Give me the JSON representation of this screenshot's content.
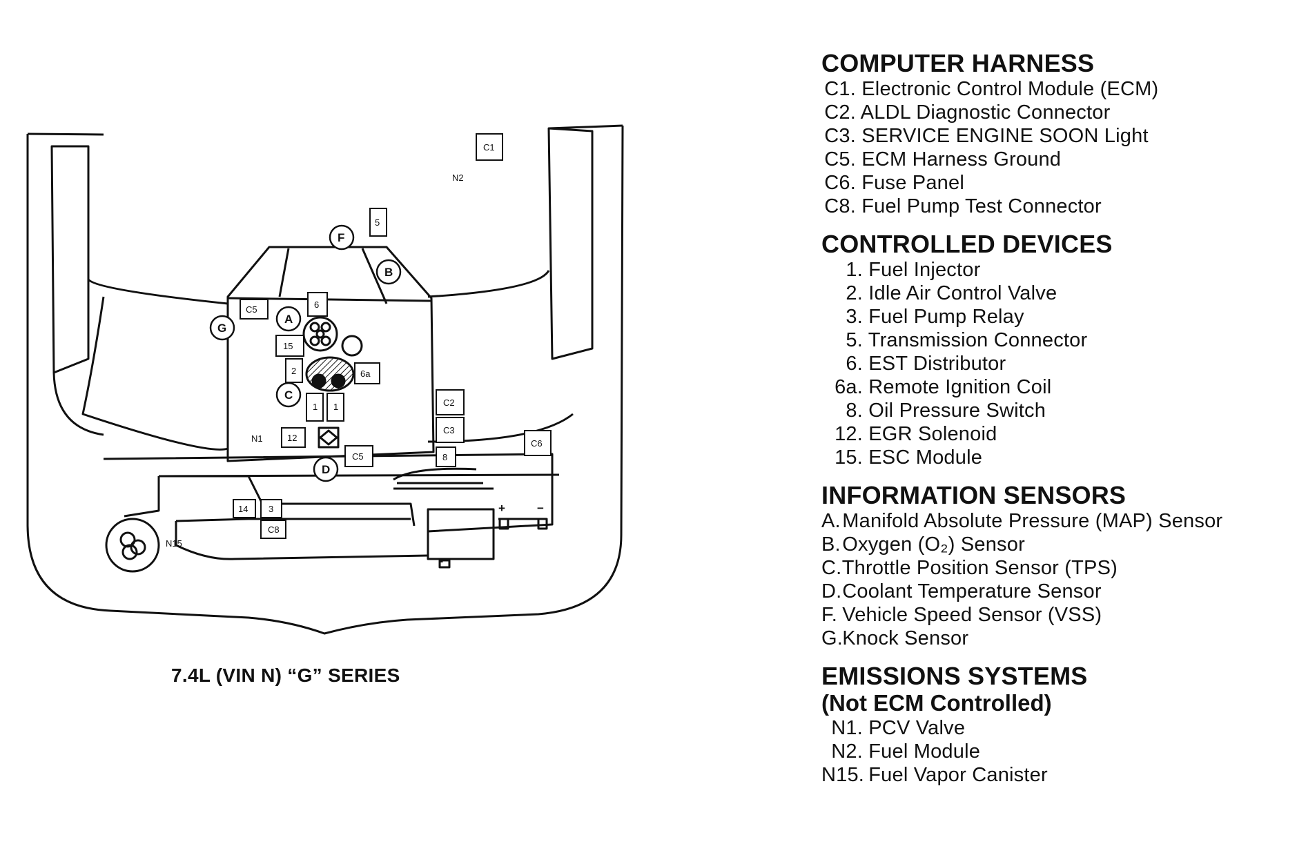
{
  "caption": "7.4L (VIN N) “G” SERIES",
  "diagram_labels": {
    "C1": "C1",
    "N2": "N2",
    "item5": "5",
    "F": "F",
    "B": "B",
    "C5_top": "C5",
    "item6": "6",
    "A": "A",
    "G": "G",
    "item15": "15",
    "item2": "2",
    "item6a": "6a",
    "C": "C",
    "item1a": "1",
    "item1b": "1",
    "C2": "C2",
    "C3": "C3",
    "N1": "N1",
    "item12": "12",
    "C5_bottom": "C5",
    "item8": "8",
    "C6": "C6",
    "D": "D",
    "item14": "14",
    "item3": "3",
    "C8": "C8",
    "N15": "N15",
    "plus": "+",
    "minus": "−"
  },
  "legend": {
    "harness": {
      "heading": "COMPUTER HARNESS",
      "items": [
        {
          "code": "C1.",
          "text": "Electronic Control Module (ECM)"
        },
        {
          "code": "C2.",
          "text": "ALDL Diagnostic Connector"
        },
        {
          "code": "C3.",
          "text": "SERVICE ENGINE SOON Light"
        },
        {
          "code": "C5.",
          "text": "ECM Harness Ground"
        },
        {
          "code": "C6.",
          "text": "Fuse Panel"
        },
        {
          "code": "C8.",
          "text": "Fuel Pump Test Connector"
        }
      ]
    },
    "devices": {
      "heading": "CONTROLLED DEVICES",
      "items": [
        {
          "code": "1.",
          "text": "Fuel Injector"
        },
        {
          "code": "2.",
          "text": "Idle Air Control Valve"
        },
        {
          "code": "3.",
          "text": "Fuel Pump Relay"
        },
        {
          "code": "5.",
          "text": "Transmission Connector"
        },
        {
          "code": "6.",
          "text": "EST Distributor"
        },
        {
          "code": "6a.",
          "text": "Remote Ignition Coil"
        },
        {
          "code": "8.",
          "text": "Oil Pressure Switch"
        },
        {
          "code": "12.",
          "text": "EGR Solenoid"
        },
        {
          "code": "15.",
          "text": "ESC Module"
        }
      ]
    },
    "sensors": {
      "heading": "INFORMATION SENSORS",
      "items": [
        {
          "code": "A.",
          "text": "Manifold Absolute Pressure (MAP) Sensor"
        },
        {
          "code": "B.",
          "text": "Oxygen (O₂) Sensor"
        },
        {
          "code": "C.",
          "text": "Throttle Position Sensor (TPS)"
        },
        {
          "code": "D.",
          "text": "Coolant Temperature Sensor"
        },
        {
          "code": "F.",
          "text": "Vehicle Speed Sensor (VSS)"
        },
        {
          "code": "G.",
          "text": "Knock Sensor"
        }
      ]
    },
    "emissions": {
      "heading": "EMISSIONS SYSTEMS",
      "subheading": "(Not ECM Controlled)",
      "items": [
        {
          "code": "N1.",
          "text": "PCV Valve"
        },
        {
          "code": "N2.",
          "text": "Fuel Module"
        },
        {
          "code": "N15.",
          "text": "Fuel Vapor Canister"
        }
      ]
    }
  }
}
